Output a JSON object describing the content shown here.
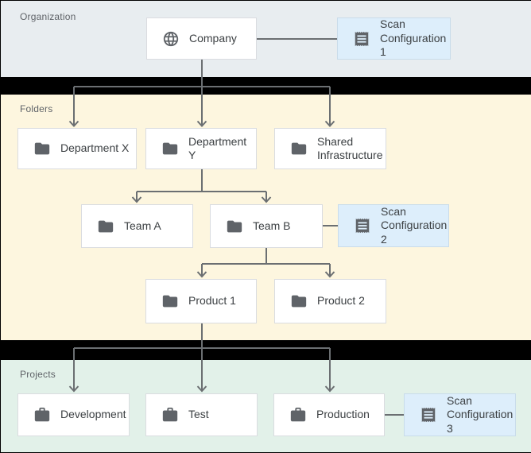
{
  "sections": {
    "organization": {
      "label": "Organization"
    },
    "folders": {
      "label": "Folders"
    },
    "projects": {
      "label": "Projects"
    }
  },
  "nodes": {
    "company": {
      "label": "Company",
      "icon": "globe-icon"
    },
    "scan_config_1": {
      "label": "Scan Configuration 1",
      "icon": "receipt-icon"
    },
    "department_x": {
      "label": "Department X",
      "icon": "folder-icon"
    },
    "department_y": {
      "label": "Department Y",
      "icon": "folder-icon"
    },
    "shared_infrastructure": {
      "label": "Shared Infrastructure",
      "icon": "folder-icon"
    },
    "team_a": {
      "label": "Team A",
      "icon": "folder-icon"
    },
    "team_b": {
      "label": "Team B",
      "icon": "folder-icon"
    },
    "scan_config_2": {
      "label": "Scan Configuration 2",
      "icon": "receipt-icon"
    },
    "product_1": {
      "label": "Product 1",
      "icon": "folder-icon"
    },
    "product_2": {
      "label": "Product 2",
      "icon": "folder-icon"
    },
    "development": {
      "label": "Development",
      "icon": "briefcase-icon"
    },
    "test": {
      "label": "Test",
      "icon": "briefcase-icon"
    },
    "production": {
      "label": "Production",
      "icon": "briefcase-icon"
    },
    "scan_config_3": {
      "label": "Scan Configuration 3",
      "icon": "receipt-icon"
    }
  },
  "edges": [
    {
      "from": "company",
      "to": "department_x",
      "type": "hierarchy"
    },
    {
      "from": "company",
      "to": "department_y",
      "type": "hierarchy"
    },
    {
      "from": "company",
      "to": "shared_infrastructure",
      "type": "hierarchy"
    },
    {
      "from": "company",
      "to": "scan_config_1",
      "type": "attachment"
    },
    {
      "from": "department_y",
      "to": "team_a",
      "type": "hierarchy"
    },
    {
      "from": "department_y",
      "to": "team_b",
      "type": "hierarchy"
    },
    {
      "from": "team_b",
      "to": "scan_config_2",
      "type": "attachment"
    },
    {
      "from": "team_b",
      "to": "product_1",
      "type": "hierarchy"
    },
    {
      "from": "team_b",
      "to": "product_2",
      "type": "hierarchy"
    },
    {
      "from": "product_1",
      "to": "development",
      "type": "hierarchy"
    },
    {
      "from": "product_1",
      "to": "test",
      "type": "hierarchy"
    },
    {
      "from": "product_1",
      "to": "production",
      "type": "hierarchy"
    },
    {
      "from": "production",
      "to": "scan_config_3",
      "type": "attachment"
    }
  ],
  "colors": {
    "organization_band": "#e8edf0",
    "folders_band": "#fdf6df",
    "projects_band": "#e2f1e9",
    "separator": "#000000",
    "node_background": "#ffffff",
    "node_border": "#dadce0",
    "scan_config_background": "#ddeefb",
    "scan_config_border": "#c9dcea",
    "connector": "#6b6f72",
    "icon": "#5f6368",
    "node_text": "#3c4043",
    "section_label_text": "#5f6368"
  }
}
